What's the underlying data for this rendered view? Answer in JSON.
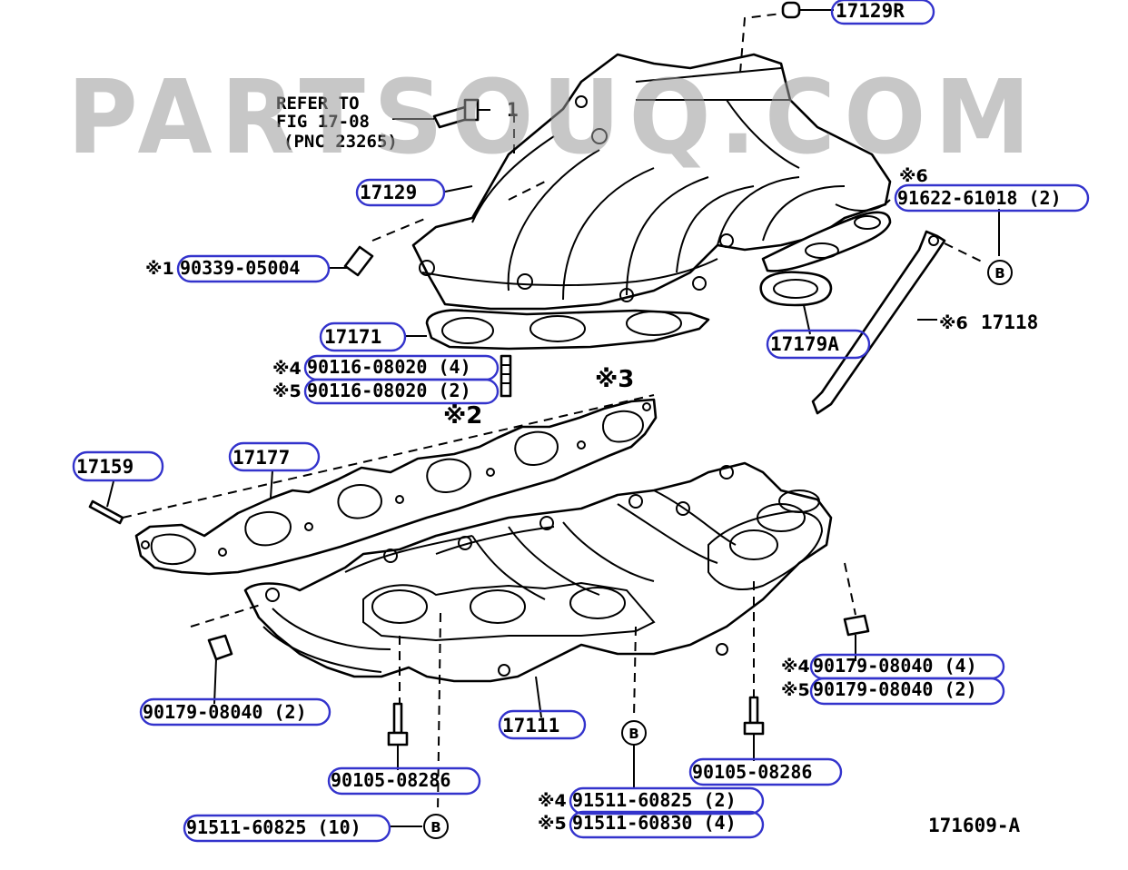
{
  "watermark": "PARTSOUQ.COM",
  "refer_note": {
    "line1": "REFER TO",
    "line2": "FIG 17-08",
    "line3": "(PNC 23265)",
    "callout": "1"
  },
  "callouts": [
    {
      "id": "c17129R",
      "text": "17129R"
    },
    {
      "id": "c17129",
      "text": "17129"
    },
    {
      "id": "c90339",
      "prefix": "※1",
      "text": "90339-05004"
    },
    {
      "id": "c91622",
      "prefix": "※6",
      "text": "91622-61018 (2)"
    },
    {
      "id": "c17171",
      "text": "17171"
    },
    {
      "id": "c17179A",
      "text": "17179A"
    },
    {
      "id": "c17118",
      "prefix": "※6",
      "text": "17118"
    },
    {
      "id": "c90116a",
      "prefix": "※4",
      "text": "90116-08020 (4)"
    },
    {
      "id": "c90116b",
      "prefix": "※5",
      "text": "90116-08020 (2)"
    },
    {
      "id": "c17159",
      "text": "17159"
    },
    {
      "id": "c17177",
      "text": "17177"
    },
    {
      "id": "c90179a",
      "prefix": "※4",
      "text": "90179-08040 (4)"
    },
    {
      "id": "c90179b",
      "prefix": "※5",
      "text": "90179-08040 (2)"
    },
    {
      "id": "c90179c",
      "text": "90179-08040 (2)"
    },
    {
      "id": "c17111",
      "text": "17111"
    },
    {
      "id": "c90105a",
      "text": "90105-08286"
    },
    {
      "id": "c90105b",
      "text": "90105-08286"
    },
    {
      "id": "c91511a",
      "prefix": "※4",
      "text": "91511-60825 (2)"
    },
    {
      "id": "c91511b",
      "prefix": "※5",
      "text": "91511-60830 (4)"
    },
    {
      "id": "c91511c",
      "text": "91511-60825 (10)"
    }
  ],
  "markers": {
    "star3": "※3",
    "star2": "※2",
    "ref_b": "B"
  },
  "figure_id": "171609-A"
}
